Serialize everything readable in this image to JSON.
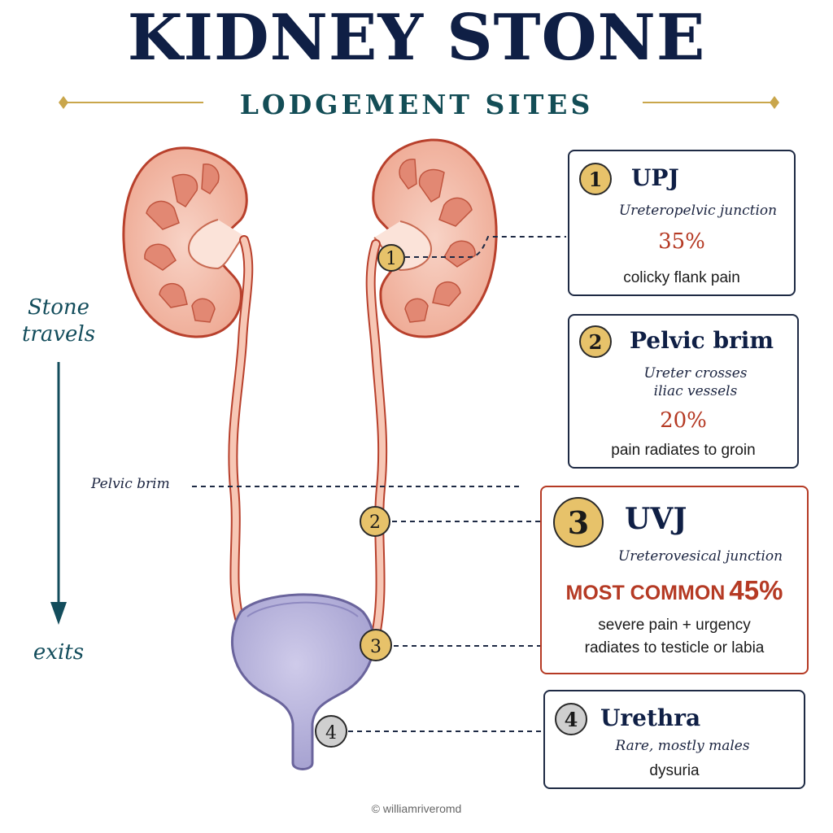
{
  "header": {
    "title": "KIDNEY STONE",
    "subtitle": "LODGEMENT SITES"
  },
  "side_labels": {
    "top_line1": "Stone",
    "top_line2": "travels",
    "bottom": "exits"
  },
  "pelvic_brim_label": "Pelvic brim",
  "colors": {
    "title": "#0f1f45",
    "subtitle": "#134d56",
    "kidney_fill": "#f2b7a4",
    "kidney_outline": "#b8402c",
    "bladder_fill": "#b8b4dc",
    "bladder_outline": "#6a649c",
    "accent_red": "#b53a24",
    "badge_gold": "#e7c26a",
    "badge_grey": "#cfcfcf",
    "gold_line": "#c9a64b"
  },
  "pins": [
    {
      "number": "1"
    },
    {
      "number": "2"
    },
    {
      "number": "3"
    },
    {
      "number": "4"
    }
  ],
  "sites": [
    {
      "number": "1",
      "name": "UPJ",
      "subtitle": "Ureteropelvic junction",
      "percent": "35%",
      "description": "colicky flank pain"
    },
    {
      "number": "2",
      "name": "Pelvic brim",
      "subtitle_line1": "Ureter crosses",
      "subtitle_line2": "iliac vessels",
      "percent": "20%",
      "description": "pain radiates to groin"
    },
    {
      "number": "3",
      "name": "UVJ",
      "subtitle": "Ureterovesical junction",
      "badge": "MOST COMMON",
      "percent": "45%",
      "description_line1": "severe pain + urgency",
      "description_line2": "radiates to testicle or labia"
    },
    {
      "number": "4",
      "name": "Urethra",
      "subtitle": "Rare, mostly males",
      "description": "dysuria"
    }
  ],
  "credit": "© williamriveromd"
}
